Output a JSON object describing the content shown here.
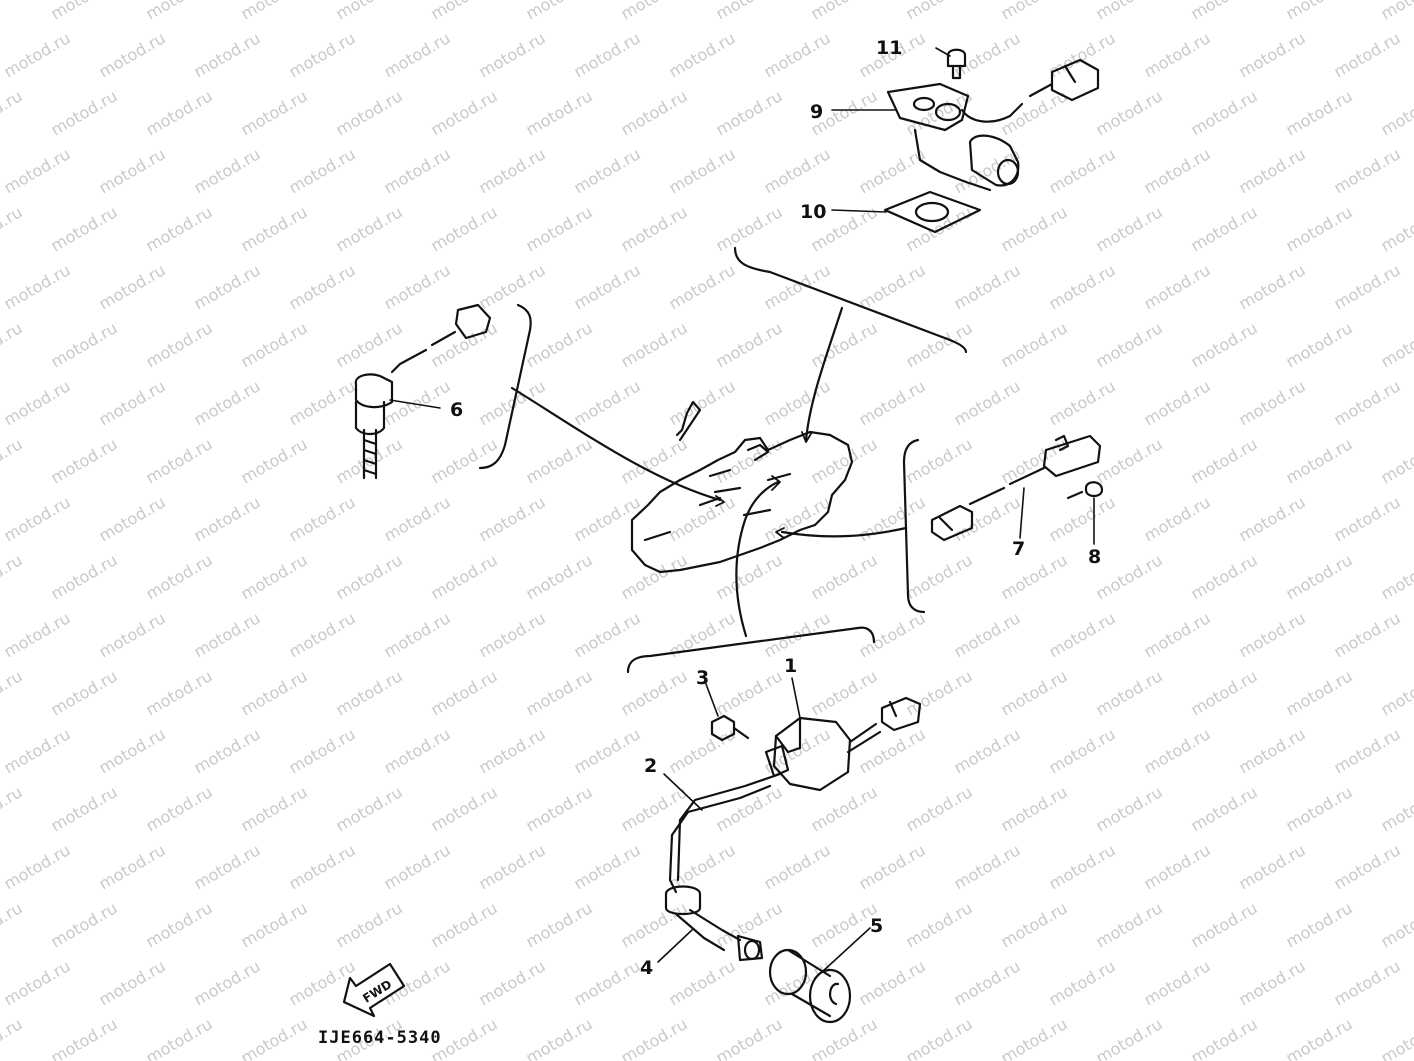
{
  "watermark": {
    "text": "motod.ru",
    "color": "#c9c9c9"
  },
  "diagram_code": "IJE664-5340",
  "fwd_label": "FWD",
  "line_color": "#111111",
  "callouts": [
    {
      "id": "1",
      "label": "1"
    },
    {
      "id": "2",
      "label": "2"
    },
    {
      "id": "3",
      "label": "3"
    },
    {
      "id": "4",
      "label": "4"
    },
    {
      "id": "5",
      "label": "5"
    },
    {
      "id": "6",
      "label": "6"
    },
    {
      "id": "7",
      "label": "7"
    },
    {
      "id": "8",
      "label": "8"
    },
    {
      "id": "9",
      "label": "9"
    },
    {
      "id": "10",
      "label": "10"
    },
    {
      "id": "11",
      "label": "11"
    }
  ]
}
